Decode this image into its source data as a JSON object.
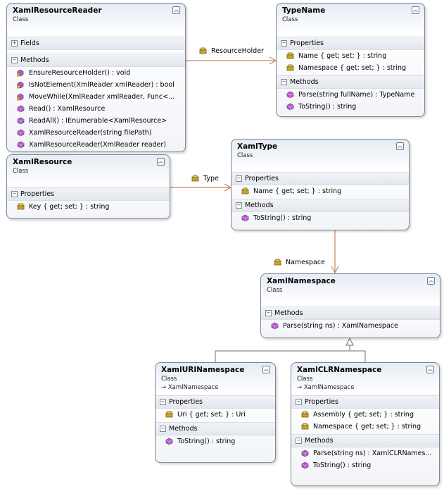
{
  "classes": {
    "xaml_resource_reader": {
      "name": "XamlResourceReader",
      "kind": "Class",
      "fields_label": "Fields",
      "methods_label": "Methods",
      "methods": [
        "EnsureResourceHolder() : void",
        "IsNotElement(XmlReader xmlReader) : bool",
        "MoveWhile(XmlReader xmlReader, Func<...",
        "Read() : XamlResource",
        "ReadAll() : IEnumerable<XamlResource>",
        "XamlResourceReader(string filePath)",
        "XamlResourceReader(XmlReader reader)"
      ]
    },
    "type_name": {
      "name": "TypeName",
      "kind": "Class",
      "properties_label": "Properties",
      "properties": [
        "Name { get; set; } : string",
        "Namespace { get; set; } : string"
      ],
      "methods_label": "Methods",
      "methods": [
        "Parse(string fullName) : TypeName",
        "ToString() : string"
      ]
    },
    "xaml_resource": {
      "name": "XamlResource",
      "kind": "Class",
      "properties_label": "Properties",
      "properties": [
        "Key { get; set; } : string"
      ]
    },
    "xaml_type": {
      "name": "XamlType",
      "kind": "Class",
      "properties_label": "Properties",
      "properties": [
        "Name { get; set; } : string"
      ],
      "methods_label": "Methods",
      "methods": [
        "ToString() : string"
      ]
    },
    "xaml_namespace": {
      "name": "XamlNamespace",
      "kind": "Class",
      "methods_label": "Methods",
      "methods": [
        "Parse(string ns) : XamlNamespace"
      ]
    },
    "xaml_uri_namespace": {
      "name": "XamlURINamespace",
      "kind": "Class",
      "base": "XamlNamespace",
      "properties_label": "Properties",
      "properties": [
        "Uri { get; set; } : Uri"
      ],
      "methods_label": "Methods",
      "methods": [
        "ToString() : string"
      ]
    },
    "xaml_clr_namespace": {
      "name": "XamlCLRNamespace",
      "kind": "Class",
      "base": "XamlNamespace",
      "properties_label": "Properties",
      "properties": [
        "Assembly { get; set; } : string",
        "Namespace { get; set; } : string"
      ],
      "methods_label": "Methods",
      "methods": [
        "Parse(string ns) : XamlCLRNames...",
        "ToString() : string"
      ]
    }
  },
  "associations": {
    "resource_holder": "ResourceHolder",
    "type": "Type",
    "namespace": "Namespace"
  },
  "icons": {
    "collapse": "chevron-up-icon",
    "method_public": "method-icon",
    "method_private": "private-method-icon",
    "property": "property-icon",
    "base_arrow": "inherits-arrow-icon"
  },
  "colors": {
    "association_line": "#c9835b",
    "inheritance_line": "#6e6e6e",
    "method_icon": "#b45ac8",
    "property_icon": "#c8a428"
  }
}
